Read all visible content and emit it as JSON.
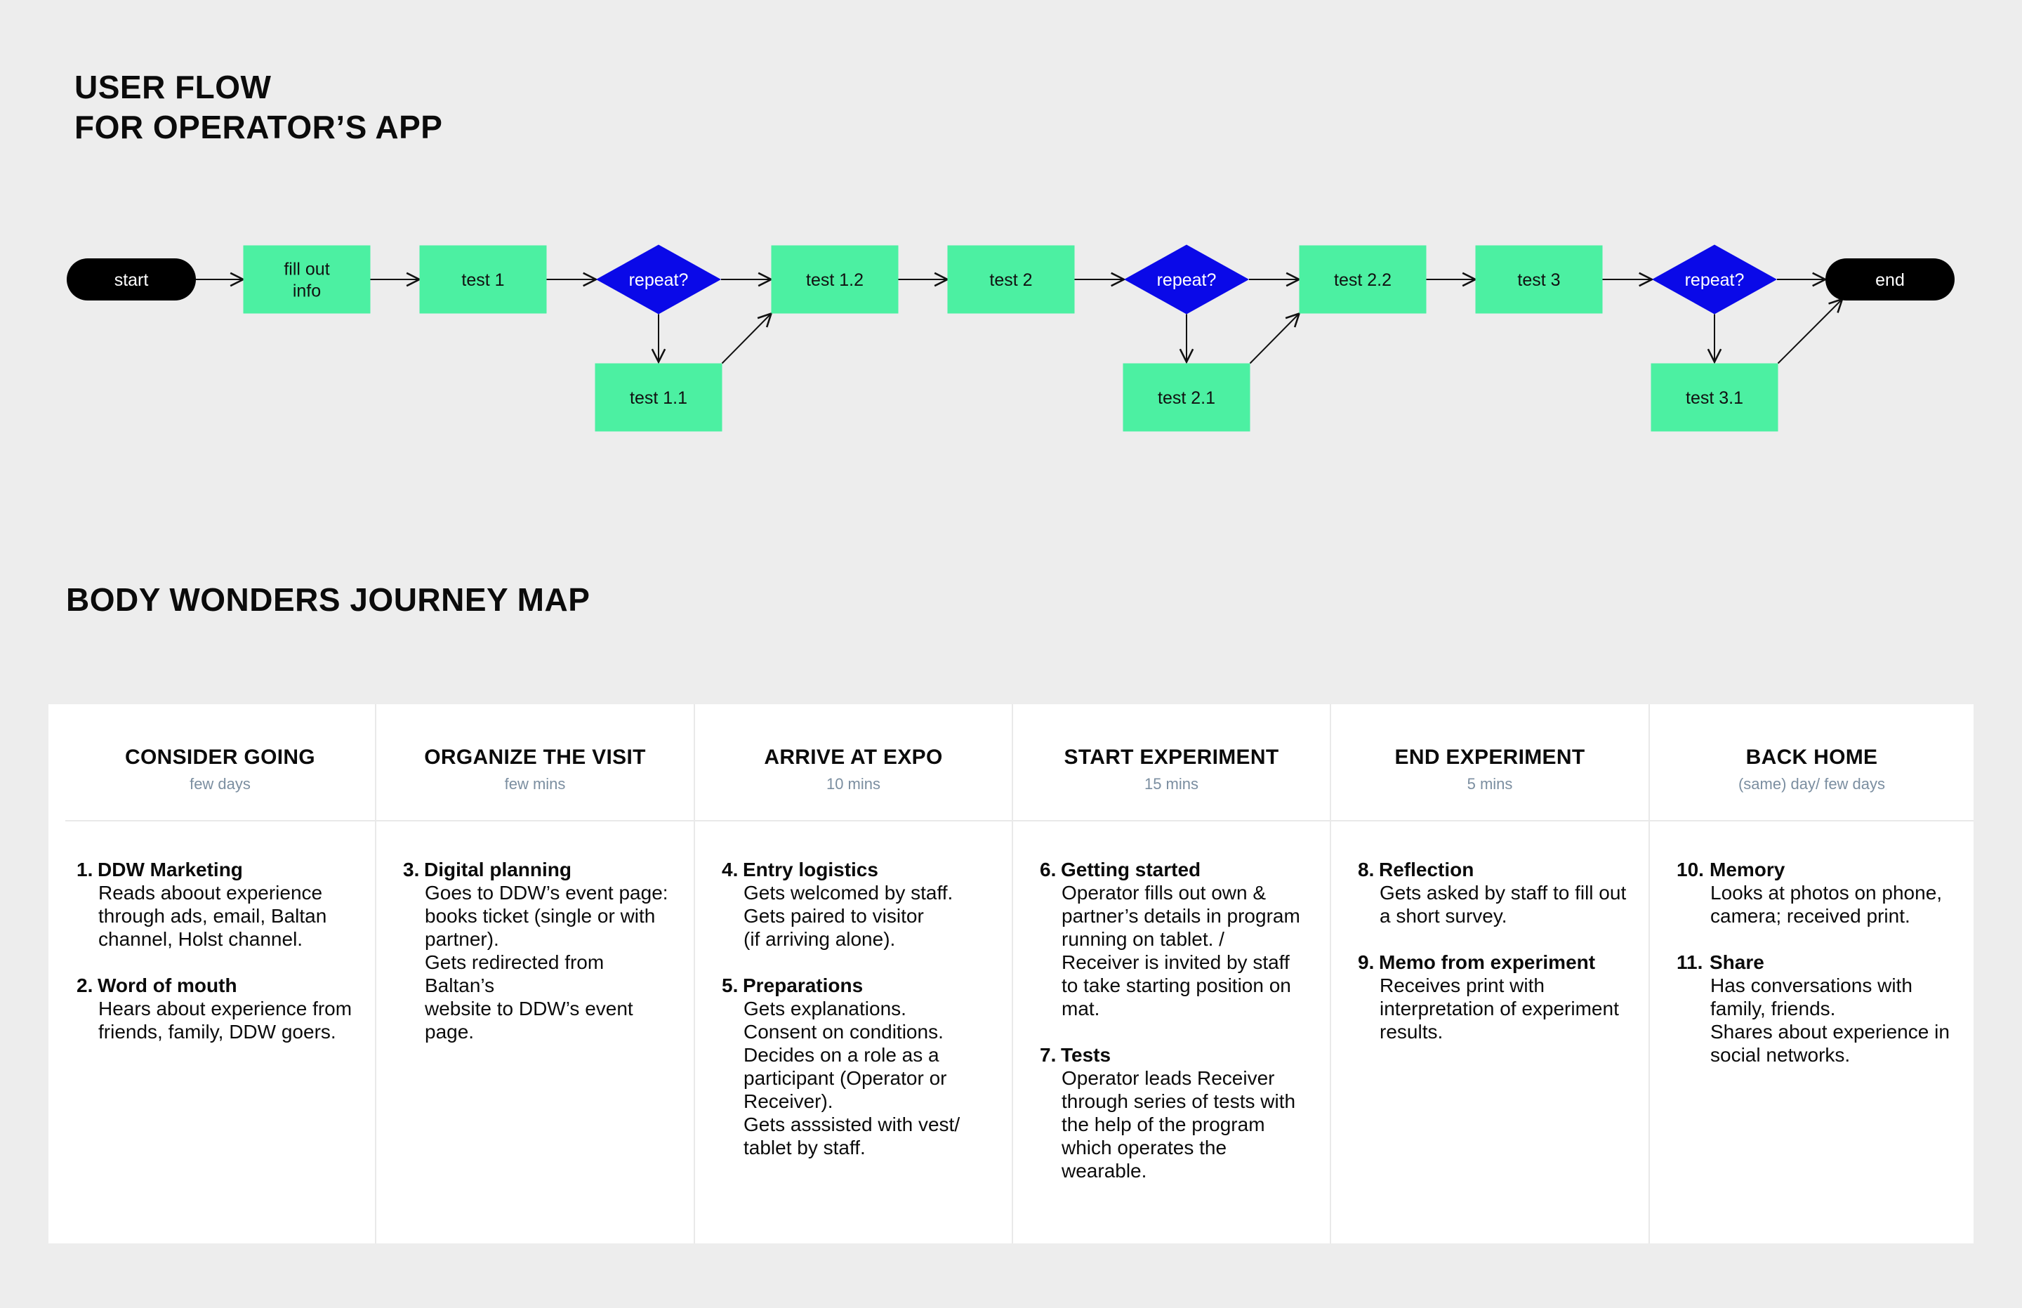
{
  "user_flow": {
    "title_lines": [
      "USER FLOW",
      "FOR OPERATOR’S APP"
    ],
    "colors": {
      "process": "#4cf0a2",
      "decision": "#0a09e8",
      "terminal": "#000000",
      "arrow": "#111111"
    },
    "nodes": {
      "start": {
        "label": "start",
        "shape": "terminal"
      },
      "fill": {
        "label": [
          "fill out",
          "info"
        ],
        "shape": "process"
      },
      "test1": {
        "label": "test 1",
        "shape": "process"
      },
      "repeat1": {
        "label": "repeat?",
        "shape": "decision"
      },
      "test1_1": {
        "label": "test 1.1",
        "shape": "process"
      },
      "test1_2": {
        "label": "test 1.2",
        "shape": "process"
      },
      "test2": {
        "label": "test 2",
        "shape": "process"
      },
      "repeat2": {
        "label": "repeat?",
        "shape": "decision"
      },
      "test2_1": {
        "label": "test 2.1",
        "shape": "process"
      },
      "test2_2": {
        "label": "test 2.2",
        "shape": "process"
      },
      "test3": {
        "label": "test 3",
        "shape": "process"
      },
      "repeat3": {
        "label": "repeat?",
        "shape": "decision"
      },
      "test3_1": {
        "label": "test 3.1",
        "shape": "process"
      },
      "end": {
        "label": "end",
        "shape": "terminal"
      }
    },
    "edges": [
      [
        "start",
        "fill"
      ],
      [
        "fill",
        "test1"
      ],
      [
        "test1",
        "repeat1"
      ],
      [
        "repeat1",
        "test1_2"
      ],
      [
        "repeat1",
        "test1_1"
      ],
      [
        "test1_1",
        "test1_2"
      ],
      [
        "test1_2",
        "test2"
      ],
      [
        "test2",
        "repeat2"
      ],
      [
        "repeat2",
        "test2_2"
      ],
      [
        "repeat2",
        "test2_1"
      ],
      [
        "test2_1",
        "test2_2"
      ],
      [
        "test2_2",
        "test3"
      ],
      [
        "test3",
        "repeat3"
      ],
      [
        "repeat3",
        "end"
      ],
      [
        "repeat3",
        "test3_1"
      ],
      [
        "test3_1",
        "end"
      ]
    ]
  },
  "journey": {
    "title": "BODY WONDERS JOURNEY MAP",
    "stages": [
      {
        "title": "CONSIDER GOING",
        "duration": "few days",
        "steps": [
          {
            "num": "1.",
            "title": "DDW Marketing",
            "lines": [
              "Reads aboout experience",
              "through ads, email, Baltan",
              "channel, Holst channel."
            ]
          },
          {
            "num": "2.",
            "title": "Word of mouth",
            "lines": [
              "Hears about experience from",
              "friends, family, DDW goers."
            ]
          }
        ]
      },
      {
        "title": "ORGANIZE THE VISIT",
        "duration": "few mins",
        "steps": [
          {
            "num": "3.",
            "title": "Digital planning",
            "lines": [
              "Goes to DDW’s event page:",
              "books ticket (single or with",
              "partner).",
              "Gets redirected from",
              "Baltan’s",
              "website to DDW’s event",
              "page."
            ]
          }
        ]
      },
      {
        "title": "ARRIVE AT EXPO",
        "duration": "10 mins",
        "steps": [
          {
            "num": "4.",
            "title": "Entry logistics",
            "lines": [
              "Gets welcomed by staff.",
              "Gets paired to visitor",
              "(if arriving alone)."
            ]
          },
          {
            "num": "5.",
            "title": "Preparations",
            "lines": [
              "Gets explanations.",
              "Consent on conditions.",
              "Decides on a role as a",
              "participant (Operator or",
              "Receiver).",
              "Gets asssisted with vest/",
              "tablet by staff."
            ]
          }
        ]
      },
      {
        "title": "START EXPERIMENT",
        "duration": "15 mins",
        "steps": [
          {
            "num": "6.",
            "title": "Getting started",
            "lines": [
              "Operator fills out own &",
              "partner’s details in program",
              "running on tablet. /",
              "Receiver is invited by staff",
              "to take starting position on",
              "mat."
            ]
          },
          {
            "num": "7.",
            "title": "Tests",
            "lines": [
              "Operator leads Receiver",
              "through series of tests with",
              "the help of the program",
              "which operates the",
              "wearable."
            ]
          }
        ]
      },
      {
        "title": "END EXPERIMENT",
        "duration": "5 mins",
        "steps": [
          {
            "num": "8.",
            "title": "Reflection",
            "lines": [
              "Gets asked by staff to fill out",
              "a short survey."
            ]
          },
          {
            "num": "9.",
            "title": "Memo from experiment",
            "lines": [
              "Receives print with",
              "interpretation of experiment",
              "results."
            ]
          }
        ]
      },
      {
        "title": "BACK HOME",
        "duration": "(same) day/ few days",
        "steps": [
          {
            "num": "10.",
            "title": "Memory",
            "lines": [
              "Looks at photos on phone,",
              "camera; received print."
            ]
          },
          {
            "num": "11.",
            "title": "Share",
            "lines": [
              "Has conversations with",
              "family, friends.",
              "Shares about experience in",
              "social networks."
            ]
          }
        ]
      }
    ]
  }
}
